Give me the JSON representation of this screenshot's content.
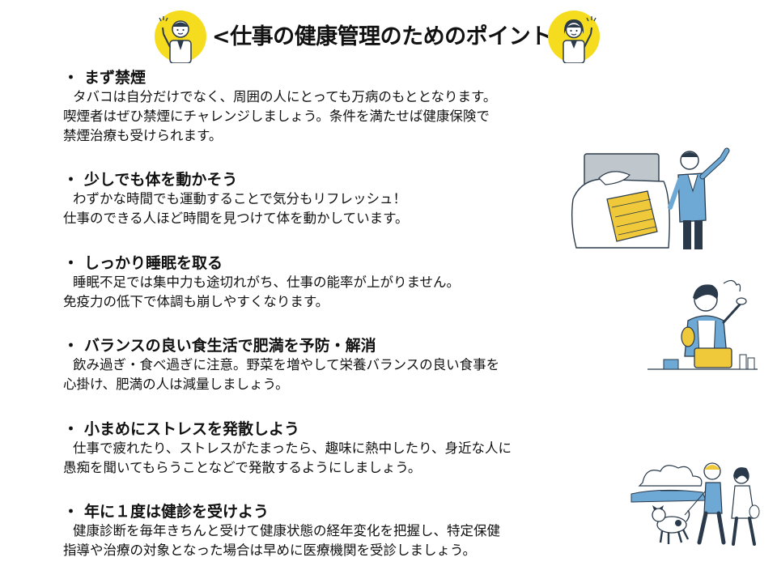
{
  "title": "<仕事の健康管理のためのポイント>",
  "bullet": "・",
  "sections": [
    {
      "heading": "まず禁煙",
      "lines": [
        "タバコは自分だけでなく、周囲の人にとっても万病のもととなります。",
        "喫煙者はぜひ禁煙にチャレンジしましょう。条件を満たせば健康保険で",
        "禁煙治療も受けられます。"
      ]
    },
    {
      "heading": "少しでも体を動かそう",
      "lines": [
        "わずかな時間でも運動することで気分もリフレッシュ！",
        "仕事のできる人ほど時間を見つけて体を動かしています。"
      ]
    },
    {
      "heading": "しっかり睡眠を取る",
      "lines": [
        "睡眠不足では集中力も途切れがち、仕事の能率が上がりません。",
        "免疫力の低下で体調も崩しやすくなります。"
      ]
    },
    {
      "heading": "バランスの良い食生活で肥満を予防・解消",
      "lines": [
        "飲み過ぎ・食べ過ぎに注意。野菜を増やして栄養バランスの良い食事を",
        "心掛け、肥満の人は減量しましょう。"
      ]
    },
    {
      "heading": "小まめにストレスを発散しよう",
      "lines": [
        "仕事で疲れたり、ストレスがたまったら、趣味に熱中したり、身近な人に",
        "愚痴を聞いてもらうことなどで発散するようにしましょう。"
      ]
    },
    {
      "heading": "年に１度は健診を受けよう",
      "lines": [
        "健康診断を毎年きちんと受けて健康状態の経年変化を把握し、特定保健",
        "指導や治療の対象となった場合は早めに医療機関を受診しましょう。"
      ]
    }
  ],
  "colors": {
    "text": "#111111",
    "avatar_bg": "#f5dc1e",
    "illus_blue": "#6ea9d6",
    "illus_yellow": "#f0c93a",
    "illus_line": "#2a3a4a"
  },
  "icons": {
    "left_avatar": "man-pointing-icon",
    "right_avatar": "woman-pointing-icon",
    "illus_1": "man-waking-stretching-illustration",
    "illus_2": "woman-cooking-illustration",
    "illus_3": "couple-walking-dog-illustration"
  }
}
